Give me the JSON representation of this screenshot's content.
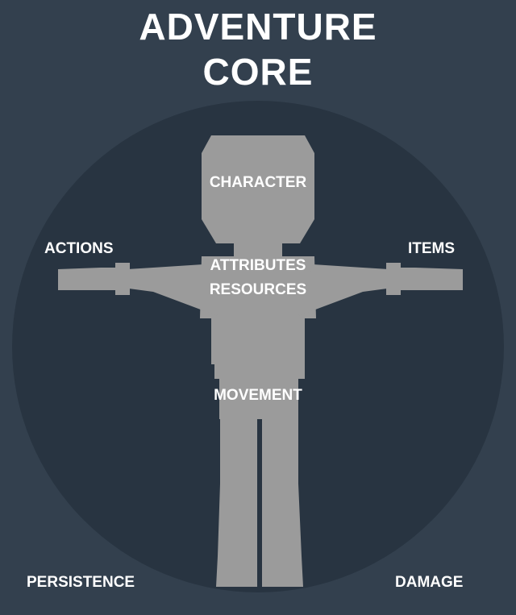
{
  "title": {
    "line1": "ADVENTURE",
    "line2": "CORE"
  },
  "labels": {
    "character": "CHARACTER",
    "actions": "ACTIONS",
    "items": "ITEMS",
    "attributes": "ATTRIBUTES",
    "resources": "RESOURCES",
    "movement": "MOVEMENT",
    "persistence": "PERSISTENCE",
    "damage": "DAMAGE"
  },
  "colors": {
    "background": "#33404e",
    "circle": "#283441",
    "figure": "#9b9b9b",
    "text": "#ffffff"
  }
}
